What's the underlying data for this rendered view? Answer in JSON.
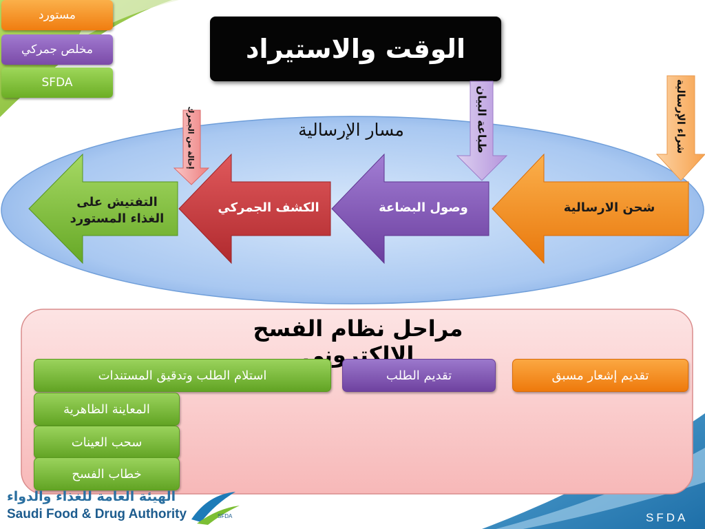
{
  "title": "الوقت والاستيراد",
  "legend": [
    {
      "label": "مستورد",
      "color": "#f28a1a"
    },
    {
      "label": "مخلص جمركي",
      "color": "#8a59b8"
    },
    {
      "label": "SFDA",
      "color": "#7cbf34"
    }
  ],
  "route": {
    "label": "مسار الإرسالية",
    "steps": [
      {
        "label": "شحن الارسالية",
        "color": "#f5901c"
      },
      {
        "label": "وصول البضاعة",
        "color": "#8357b3"
      },
      {
        "label": "الكشف الجمركي",
        "color": "#c8363a"
      },
      {
        "label": "التفتيش على الغذاء المستورد",
        "line1": "التفتيش على",
        "line2": "الغذاء المستورد",
        "color": "#80c03a"
      }
    ],
    "callouts": [
      {
        "label": "شراء الإرسالية",
        "color": "#fbbf7e"
      },
      {
        "label": "طباعة البيان",
        "color": "#c3a9e2"
      },
      {
        "label": "إحالة من الجمرك",
        "color": "#f3a3a3"
      }
    ]
  },
  "stages": {
    "title": "مراحل نظام الفسح الإلكتروني",
    "items": [
      {
        "label": "تقديم إشعار مسبق",
        "color": "#f28a1a"
      },
      {
        "label": "تقديم الطلب",
        "color": "#8a59b8"
      },
      {
        "label": "استلام الطلب وتدقيق المستندات",
        "color": "#7cbf34"
      },
      {
        "label": "المعاينة الظاهرية",
        "color": "#7cbf34"
      },
      {
        "label": "سحب العينات",
        "color": "#7cbf34"
      },
      {
        "label": "خطاب الفسح",
        "color": "#7cbf34"
      }
    ]
  },
  "footer": {
    "logo_ar": "الهيئة العامة للغذاء والدواء",
    "logo_en": "Saudi Food & Drug Authority",
    "logo_badge": "SFDA",
    "corner": "SFDA"
  }
}
